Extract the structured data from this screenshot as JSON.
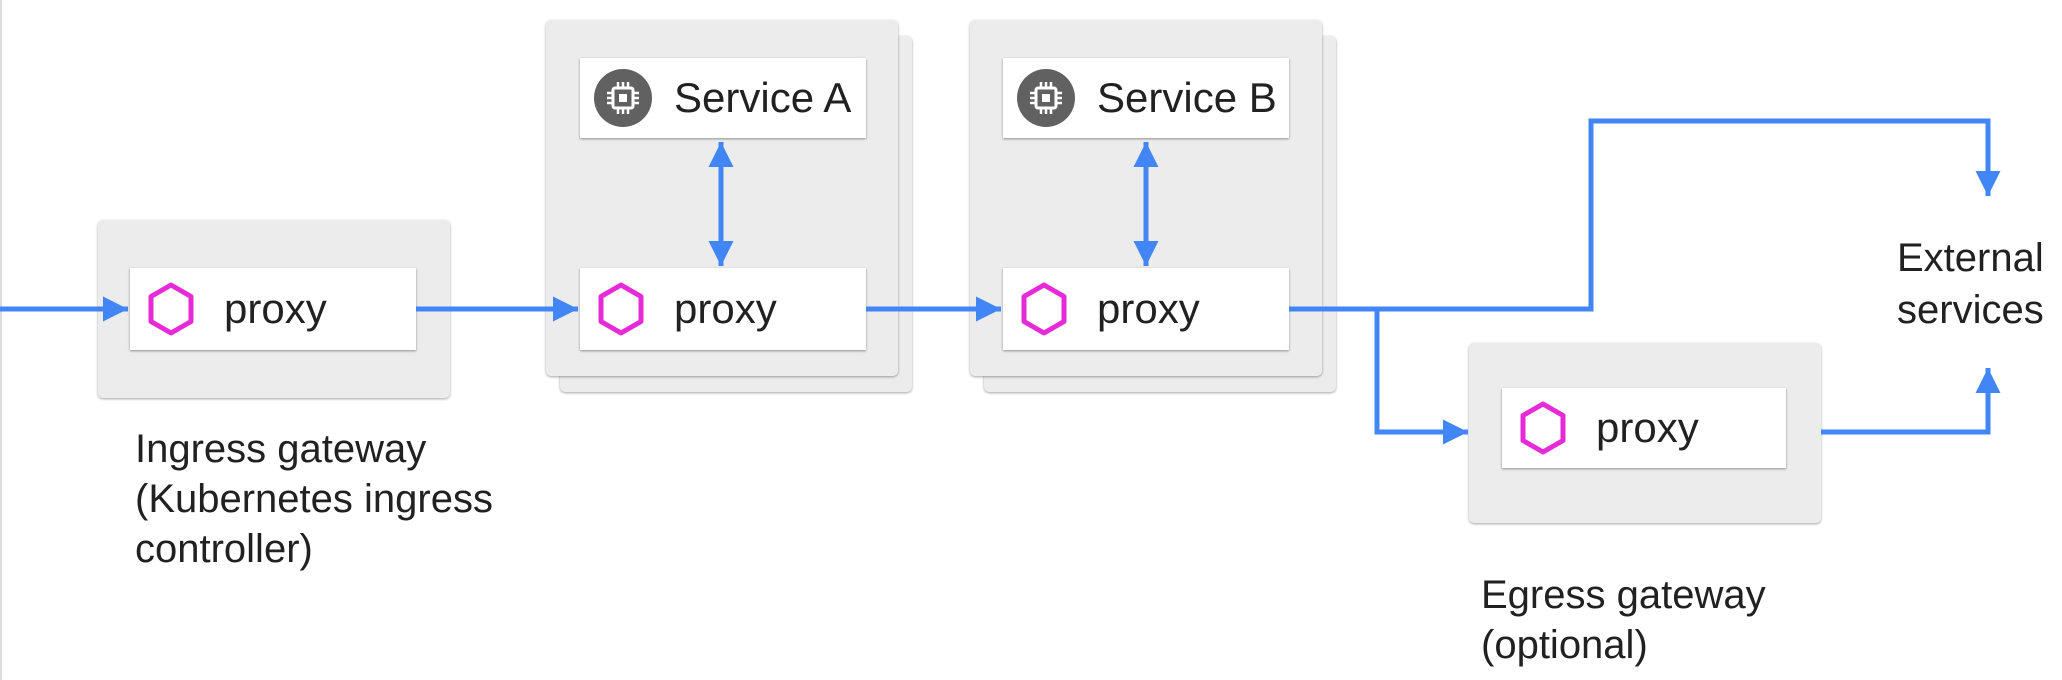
{
  "colors": {
    "arrow": "#4285f4",
    "proxy_icon": "#e62ad7",
    "service_icon": "#616161",
    "panel": "#ececec",
    "card": "#ffffff"
  },
  "icons": {
    "proxy": "hexagon-icon",
    "service": "chip-icon"
  },
  "ingress": {
    "proxy_label": "proxy",
    "caption": [
      "Ingress gateway",
      "(Kubernetes ingress",
      "controller)"
    ]
  },
  "pod_a": {
    "service_label": "Service A",
    "proxy_label": "proxy"
  },
  "pod_b": {
    "service_label": "Service B",
    "proxy_label": "proxy"
  },
  "egress": {
    "proxy_label": "proxy",
    "caption": [
      "Egress gateway",
      "(optional)"
    ]
  },
  "external": {
    "label": [
      "External",
      "services"
    ]
  }
}
